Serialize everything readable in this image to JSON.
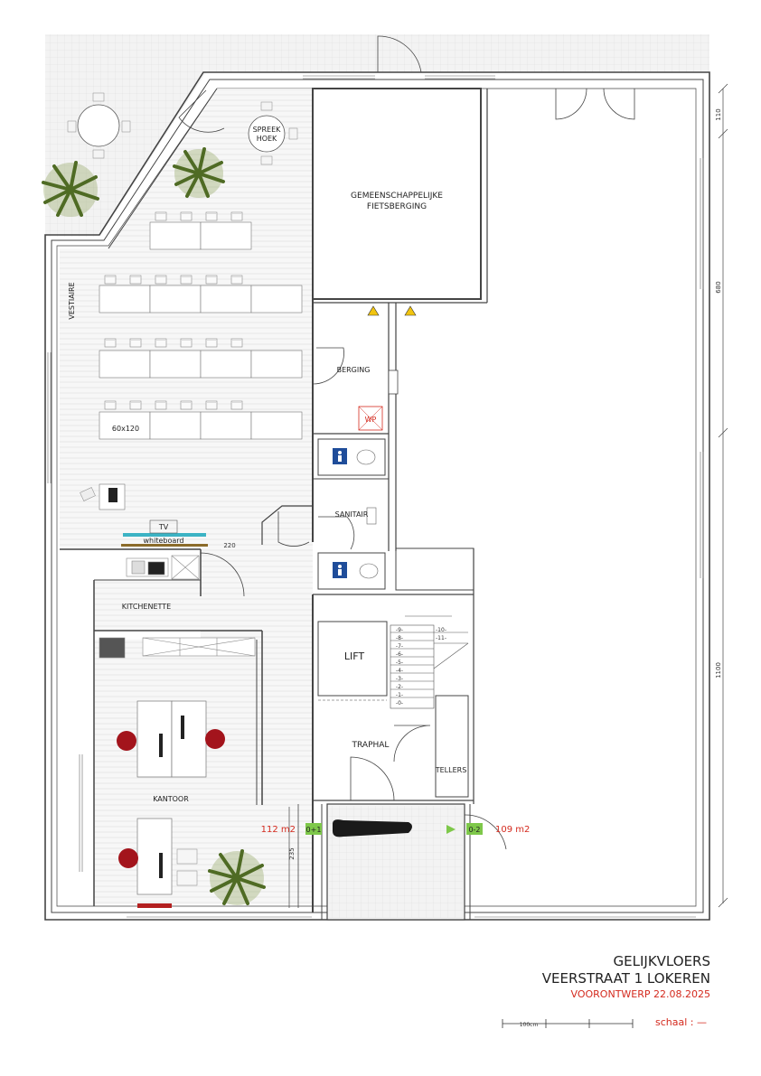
{
  "rooms": {
    "fietsberging_1": "GEMEENSCHAPPELIJKE",
    "fietsberging_2": "FIETSBERGING",
    "vestiaire": "VESTIAIRE",
    "spreekhoek_1": "SPREEK",
    "spreekhoek_2": "HOEK",
    "berging": "BERGING",
    "wp": "WP",
    "sanitair": "SANITAIR",
    "tv": "TV",
    "whiteboard": "whiteboard",
    "kitchenette": "KITCHENETTE",
    "lift": "LIFT",
    "traphal": "TRAPHAL",
    "tellers": "TELLERS",
    "kantoor": "KANTOOR",
    "desk_size": "60x120"
  },
  "dimensions": {
    "d110": "110",
    "d680": "680",
    "d1100": "1100",
    "d235": "235",
    "door_arc": "220"
  },
  "levels": {
    "left_area": "112 m2",
    "left_tag": "0+1",
    "right_tag": "0-2",
    "right_area": "109 m2"
  },
  "stairs": {
    "left": [
      "-9-",
      "-8-",
      "-7-",
      "-6-",
      "-5-",
      "-4-",
      "-3-",
      "-2-",
      "-1-",
      "-0-"
    ],
    "right": [
      "-10-",
      "-11-"
    ]
  },
  "title": {
    "line1": "GELIJKVLOERS",
    "line2": "VEERSTRAAT 1 LOKEREN",
    "line3": "VOORONTWERP 22.08.2025"
  },
  "scale": {
    "bar_label": "100cm",
    "text": "schaal : —"
  },
  "colors": {
    "wall": "#4a4a4a",
    "floor": "#f4f4f4",
    "red": "#d42a1e",
    "plant": "#6b8a3a",
    "chair": "#a3141c",
    "tag": "#7ec84a",
    "sign": "#1f4d9a"
  }
}
